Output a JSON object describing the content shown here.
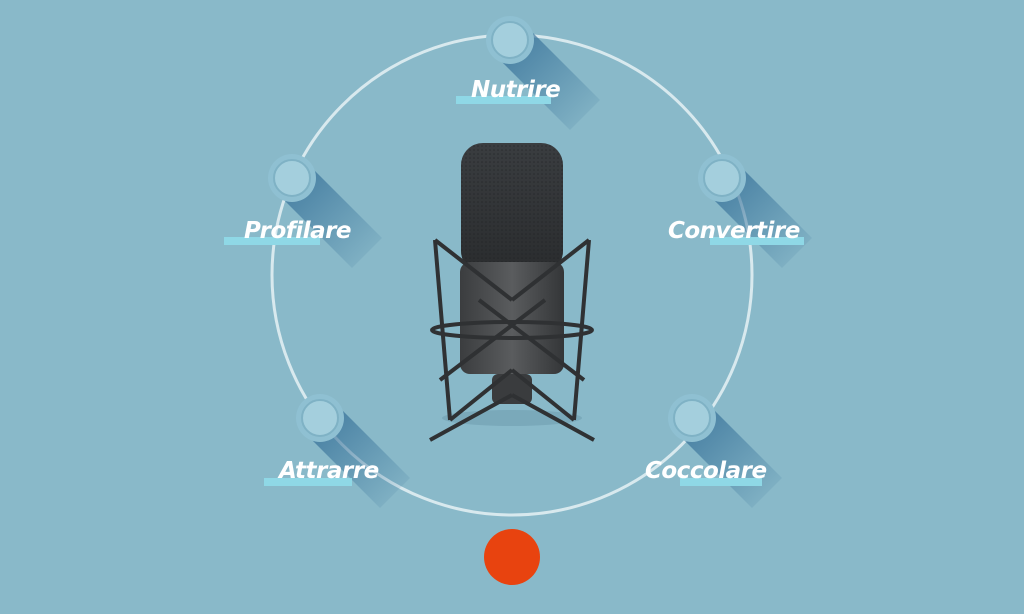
{
  "diagram": {
    "stages": [
      {
        "label": "Nutrire"
      },
      {
        "label": "Profilare"
      },
      {
        "label": "Convertire"
      },
      {
        "label": "Attrarre"
      },
      {
        "label": "Coccolare"
      }
    ],
    "center_icon": "microphone-icon",
    "action_icon": "record-button"
  },
  "colors": {
    "background": "#89b9c9",
    "ring": "#e6f1f5",
    "accent_bar": "#8fd8e6",
    "record": "#e8430f",
    "shadow": "#2f6a94"
  }
}
